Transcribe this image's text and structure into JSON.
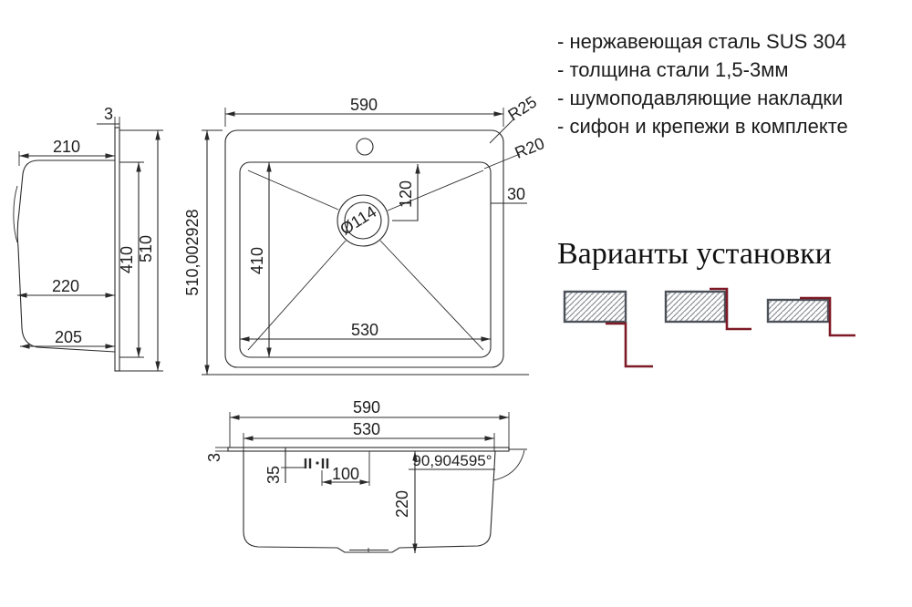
{
  "colors": {
    "line": "#2a2a2a",
    "install_red": "#7d1a26",
    "countertop_border": "#4d525a",
    "countertop_hatch": "#8a9097",
    "background": "#ffffff"
  },
  "features": {
    "items": [
      "- нержавеющая сталь SUS 304",
      "- толщина стали 1,5-3мм",
      "- шумоподавляющие накладки",
      "- сифон и крепежи в комплекте"
    ]
  },
  "install": {
    "title": "Варианты установки"
  },
  "views": {
    "side": {
      "flange_thickness": "3",
      "top_depth": "210",
      "mid_depth": "220",
      "bottom_depth": "205",
      "inner_height": "410",
      "outer_height": "510"
    },
    "top": {
      "overall_width": "590",
      "overall_height": "510,002928",
      "bowl_width": "530",
      "bowl_height": "410",
      "drain_diameter": "Ø114",
      "drain_offset": "120",
      "rim_offset": "30",
      "outer_corner_radius": "R25",
      "inner_corner_radius": "R20"
    },
    "front": {
      "overall_width": "590",
      "bowl_width": "530",
      "rim_thickness": "3",
      "clip_offset": "35",
      "clip_spacing": "100",
      "bowl_depth": "220",
      "wall_angle": "90,904595°"
    }
  }
}
